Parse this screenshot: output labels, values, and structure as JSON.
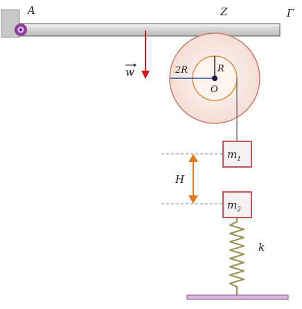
{
  "labels": {
    "hinge": "A",
    "contact": "Z",
    "rod_end": "Γ",
    "weight": "w",
    "outer_radius": "2R",
    "inner_radius": "R",
    "center": "O",
    "mass1_base": "m",
    "mass1_sub": "1",
    "mass2_base": "m",
    "mass2_sub": "2",
    "height": "H",
    "spring": "k"
  },
  "colors": {
    "rod_fill": "#d9d9d9",
    "rod_stroke": "#6f6f6f",
    "wall": "#c9c9c9",
    "hinge": "#8e3fa0",
    "weight_arrow": "#d7141a",
    "pulley_fill": "#f8e7e2",
    "pulley_stroke": "#c97a66",
    "inner_stroke": "#e08a3c",
    "radius_2R": "#1f4fa3",
    "mass_fill": "#f7f1f1",
    "mass_stroke": "#b5302a",
    "height_arrow": "#e07b1c",
    "spring": "#9a9155",
    "ground": "#a45aa8"
  }
}
